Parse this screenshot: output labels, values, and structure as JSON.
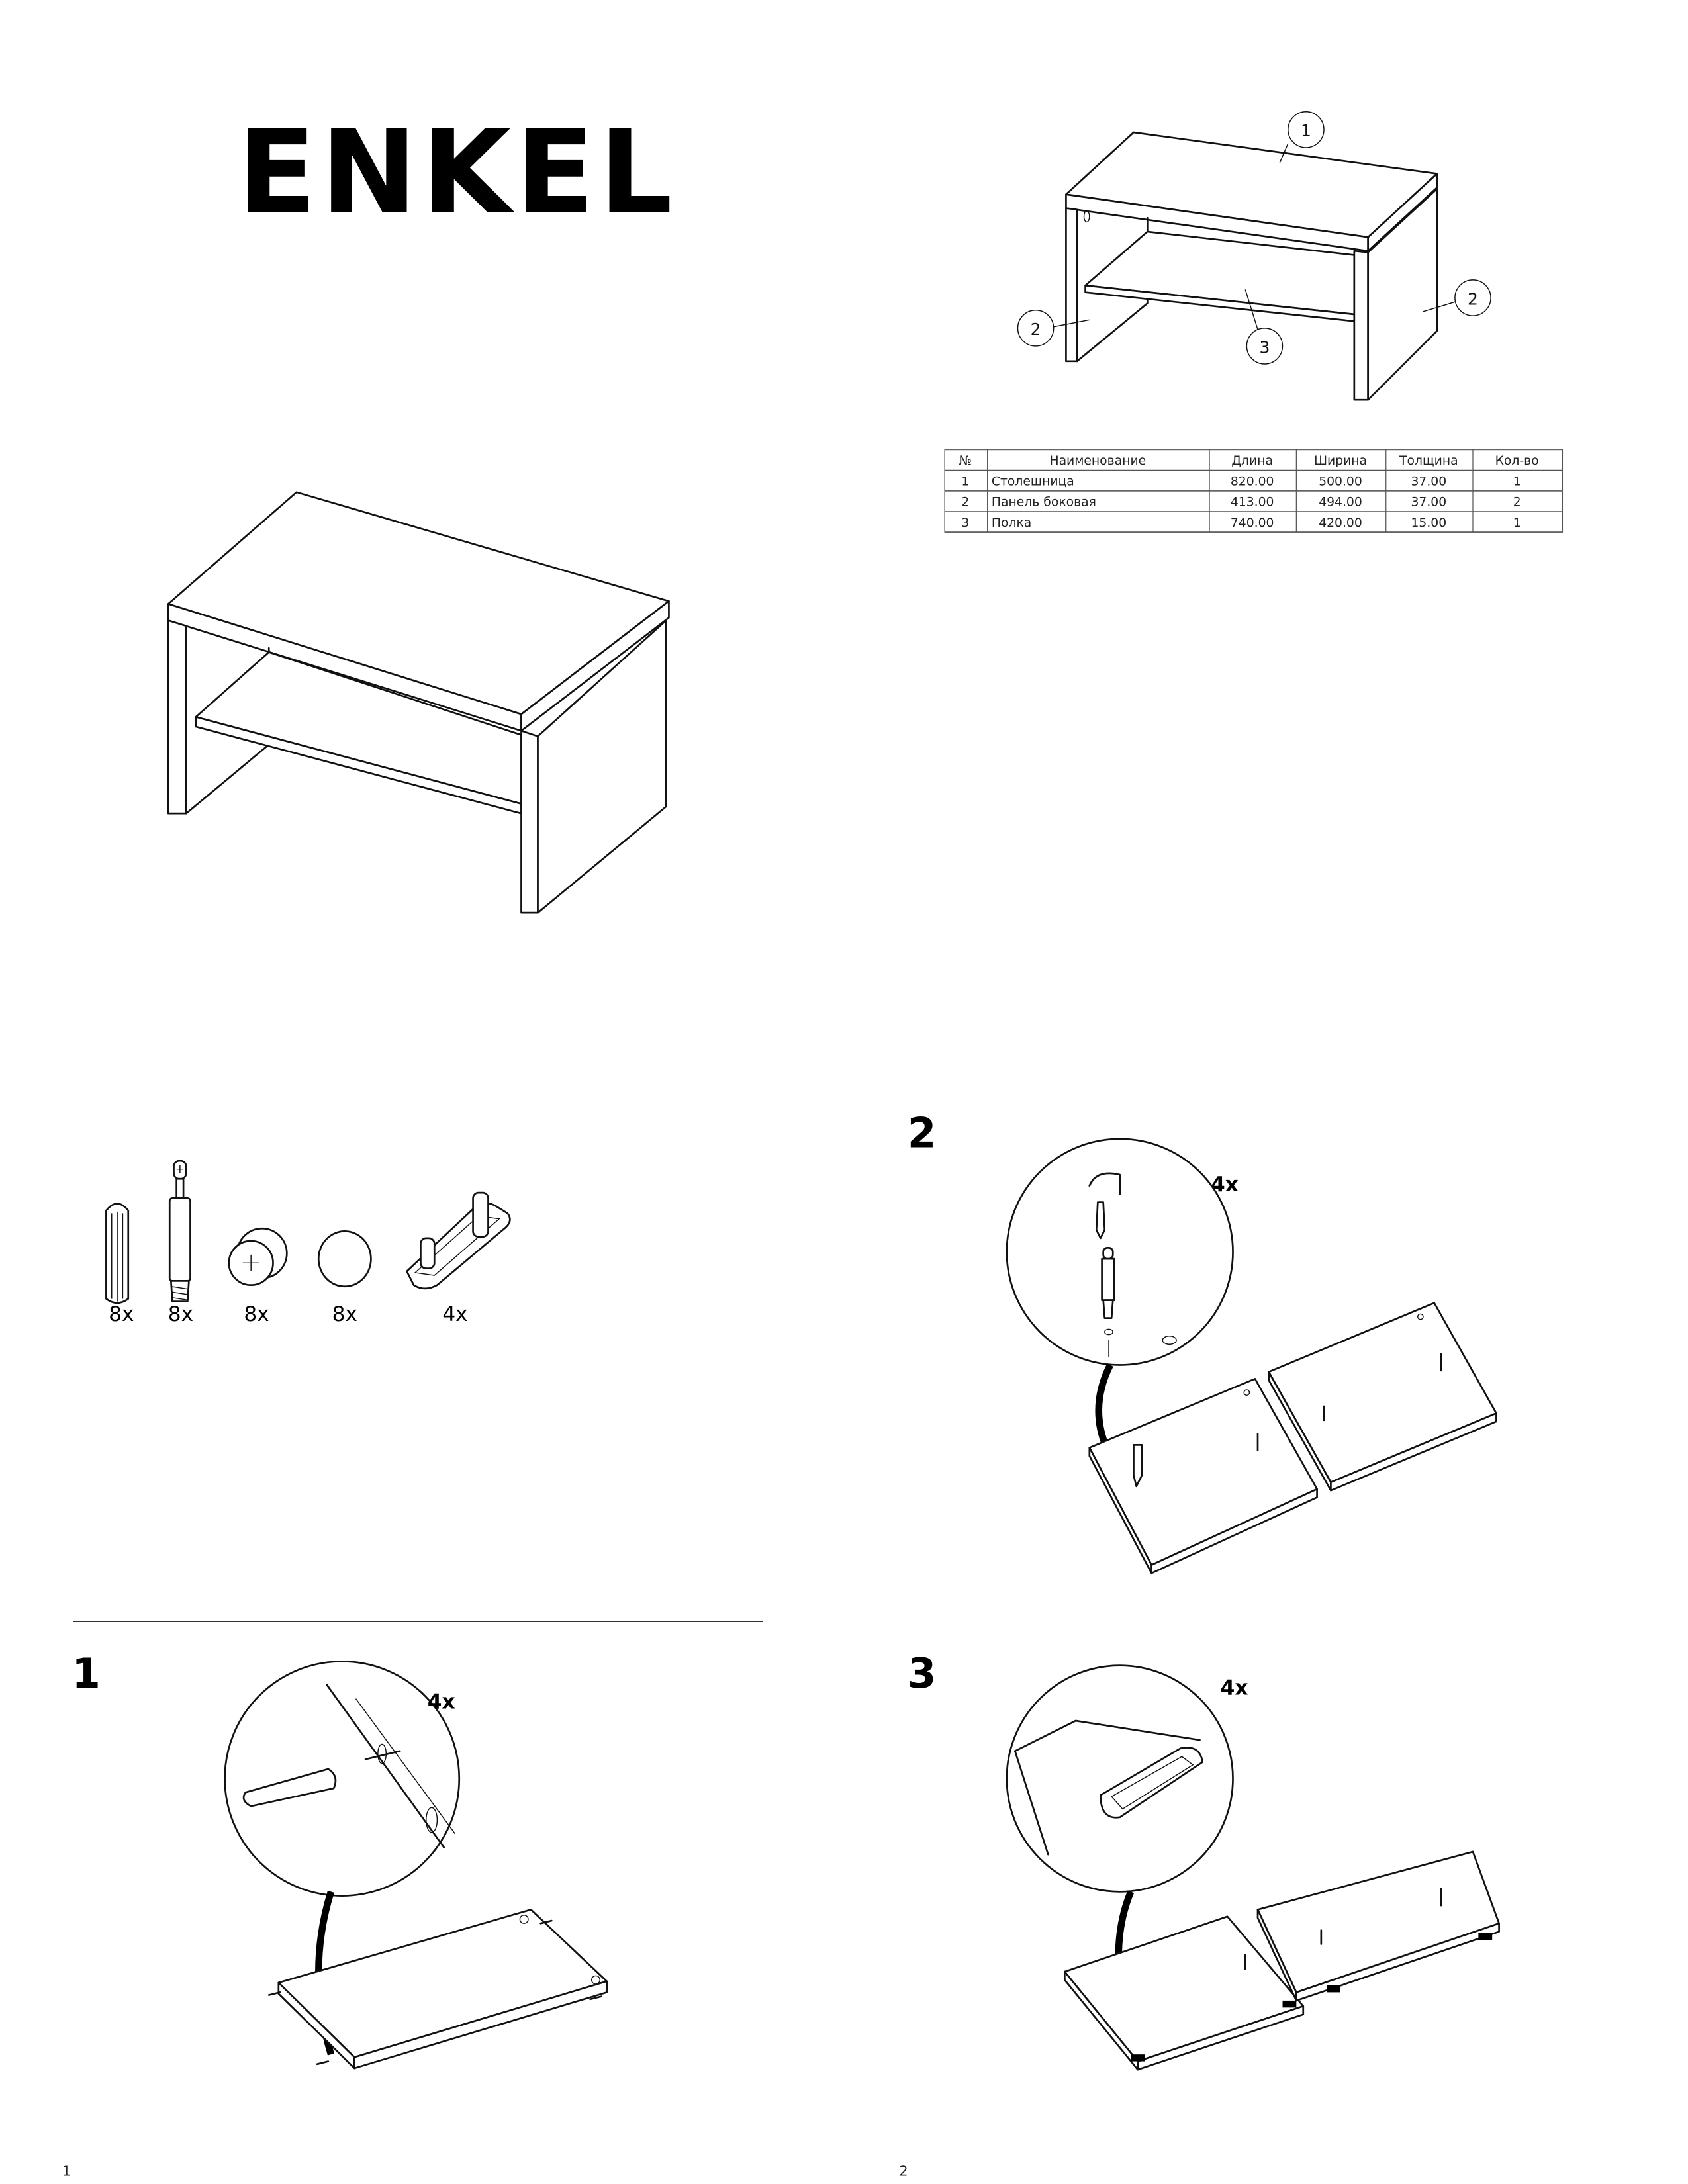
{
  "title": "ENKEL",
  "parts_diagram": {
    "callouts": [
      "1",
      "2",
      "2",
      "3"
    ]
  },
  "parts_table": {
    "headers": [
      "№",
      "Наименование",
      "Длина",
      "Ширина",
      "Толщина",
      "Кол-во"
    ],
    "rows": [
      [
        "1",
        "Столешница",
        "820.00",
        "500.00",
        "37.00",
        "1"
      ],
      [
        "2",
        "Панель боковая",
        "413.00",
        "494.00",
        "37.00",
        "2"
      ],
      [
        "3",
        "Полка",
        "740.00",
        "420.00",
        "15.00",
        "1"
      ]
    ]
  },
  "hardware": [
    {
      "icon": "wooden-dowel",
      "qty": "8x"
    },
    {
      "icon": "cam-bolt",
      "qty": "8x"
    },
    {
      "icon": "cam-lock",
      "qty": "8x"
    },
    {
      "icon": "cover-cap",
      "qty": "8x"
    },
    {
      "icon": "leg-glide",
      "qty": "4x"
    }
  ],
  "steps": [
    {
      "number": "1",
      "qty": "4x"
    },
    {
      "number": "2",
      "qty": "4x"
    },
    {
      "number": "3",
      "qty": "4x"
    }
  ],
  "page_numbers": [
    "1",
    "2"
  ]
}
